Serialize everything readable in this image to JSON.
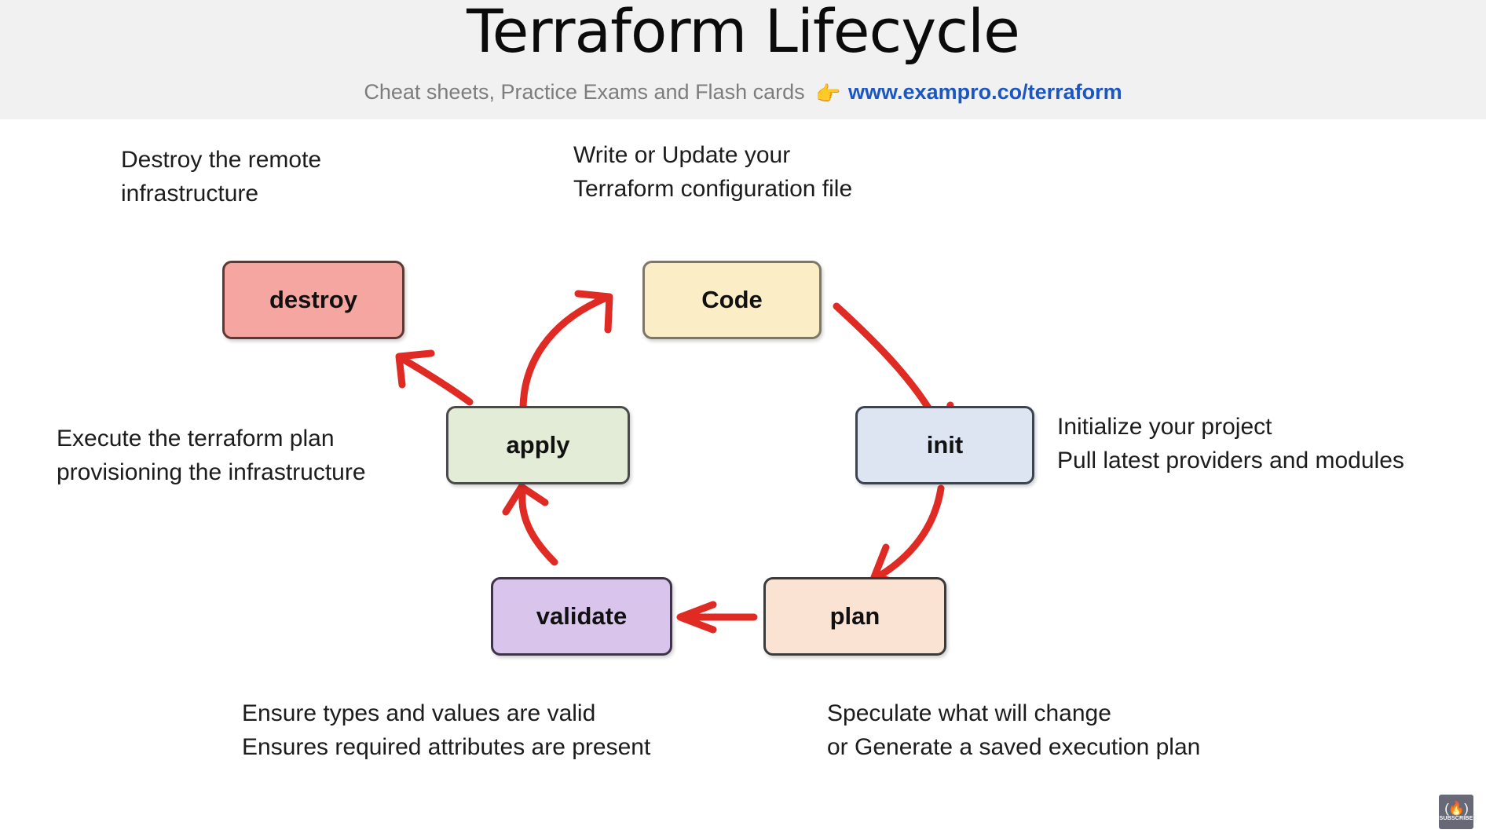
{
  "header": {
    "title": "Terraform Lifecycle",
    "subtitle_text": "Cheat sheets, Practice Exams and Flash cards",
    "pointer_icon": "👉",
    "url": "www.exampro.co/terraform",
    "subtitle_color": "#7d7d7d",
    "url_color": "#1a56c4",
    "band_color": "#f1f1f1"
  },
  "diagram": {
    "arrow_color": "#e02a24",
    "nodes": [
      {
        "id": "destroy",
        "label": "destroy",
        "fill": "#f6a6a0",
        "border": "#5b3a35"
      },
      {
        "id": "code",
        "label": "Code",
        "fill": "#fbeec7",
        "border": "#7c7766"
      },
      {
        "id": "init",
        "label": "init",
        "fill": "#dde4f2",
        "border": "#3c4452"
      },
      {
        "id": "plan",
        "label": "plan",
        "fill": "#fae3d3",
        "border": "#3b3b3b"
      },
      {
        "id": "validate",
        "label": "validate",
        "fill": "#d9c4ec",
        "border": "#3e3349"
      },
      {
        "id": "apply",
        "label": "apply",
        "fill": "#e2ecd6",
        "border": "#4a4a4a"
      }
    ],
    "descriptions": {
      "destroy": "Destroy the remote\ninfrastructure",
      "code": "Write or Update your\nTerraform configuration file",
      "init": "Initialize your project\nPull latest providers and modules",
      "apply": "Execute the terraform plan\nprovisioning the infrastructure",
      "validate": "Ensure types and values are valid\nEnsures required attributes are present",
      "plan": "Speculate what will change\nor Generate a saved execution plan"
    },
    "flow": [
      {
        "from": "code",
        "to": "init"
      },
      {
        "from": "init",
        "to": "plan"
      },
      {
        "from": "plan",
        "to": "validate"
      },
      {
        "from": "validate",
        "to": "apply"
      },
      {
        "from": "apply",
        "to": "destroy"
      },
      {
        "from": "apply",
        "to": "code"
      }
    ]
  },
  "watermark": {
    "mark": "(🔥)",
    "label": "SUBSCRIBE"
  }
}
